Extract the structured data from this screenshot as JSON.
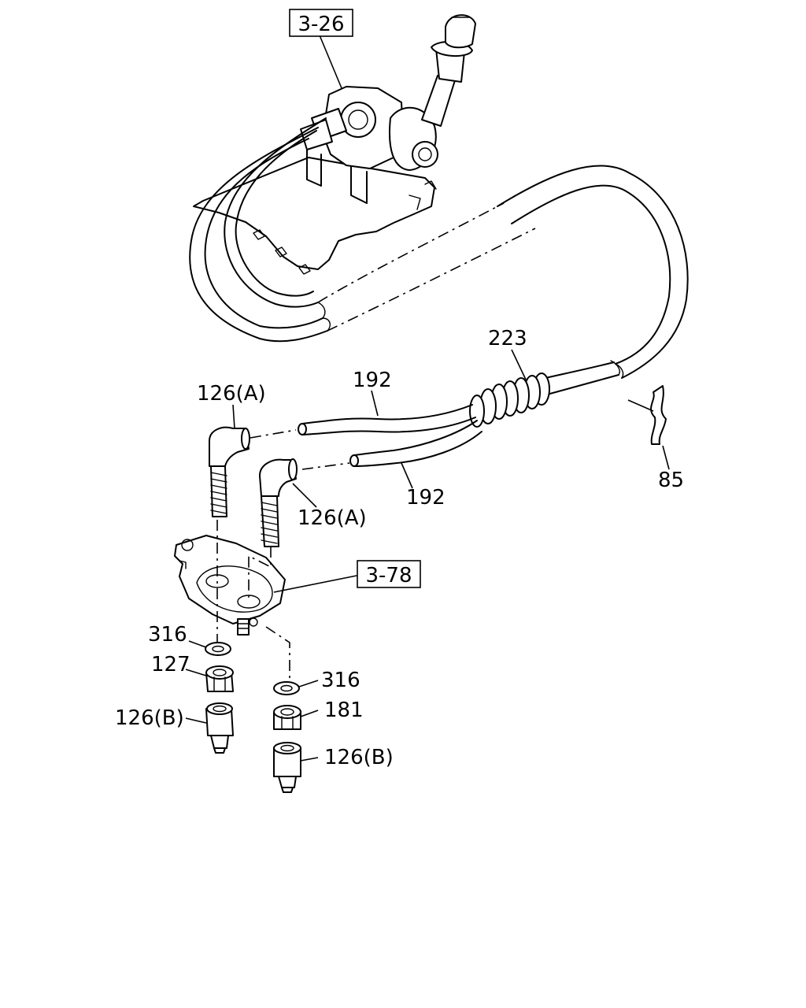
{
  "refs": {
    "ref_3_26": "3-26",
    "ref_3_78": "3-78"
  },
  "callouts": {
    "p223": "223",
    "p192_upper": "192",
    "p192_lower": "192",
    "p126a_left": "126(A)",
    "p126a_right": "126(A)",
    "p85": "85",
    "p316_left": "316",
    "p316_right": "316",
    "p127": "127",
    "p181": "181",
    "p126b_left": "126(B)",
    "p126b_right": "126(B)"
  }
}
